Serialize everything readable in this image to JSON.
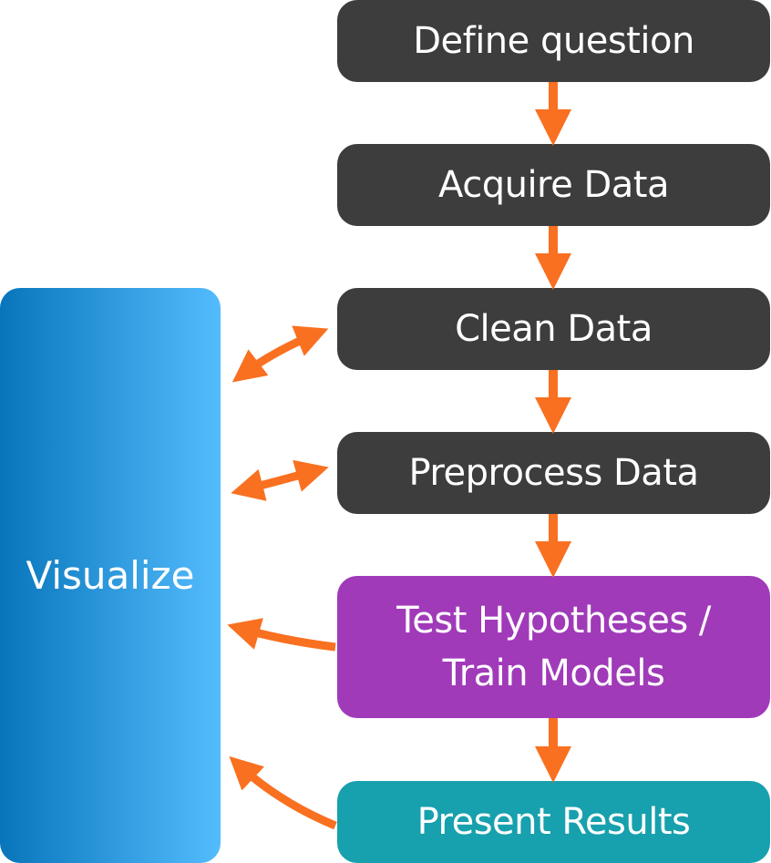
{
  "diagram": {
    "colors": {
      "arrow": "#f97020",
      "step_dark": "#3d3d3d",
      "step_model": "#a03ab9",
      "step_present": "#17a0ad",
      "visualize_start": "#0875bb",
      "visualize_end": "#53bcfd"
    },
    "steps": [
      {
        "id": "define",
        "label": "Define question"
      },
      {
        "id": "acquire",
        "label": "Acquire Data"
      },
      {
        "id": "clean",
        "label": "Clean Data"
      },
      {
        "id": "preprocess",
        "label": "Preprocess Data"
      },
      {
        "id": "model",
        "label": "Test Hypotheses / Train Models",
        "lines": [
          "Test Hypotheses /",
          "Train Models"
        ]
      },
      {
        "id": "present",
        "label": "Present Results"
      }
    ],
    "side": {
      "label": "Visualize"
    },
    "edges": [
      {
        "from": "define",
        "to": "acquire",
        "type": "one-way"
      },
      {
        "from": "acquire",
        "to": "clean",
        "type": "one-way"
      },
      {
        "from": "clean",
        "to": "preprocess",
        "type": "one-way"
      },
      {
        "from": "preprocess",
        "to": "model",
        "type": "one-way"
      },
      {
        "from": "model",
        "to": "present",
        "type": "one-way"
      },
      {
        "from": "clean",
        "to": "visualize",
        "type": "two-way"
      },
      {
        "from": "preprocess",
        "to": "visualize",
        "type": "two-way"
      },
      {
        "from": "model",
        "to": "visualize",
        "type": "one-way"
      },
      {
        "from": "present",
        "to": "visualize",
        "type": "one-way"
      }
    ]
  }
}
